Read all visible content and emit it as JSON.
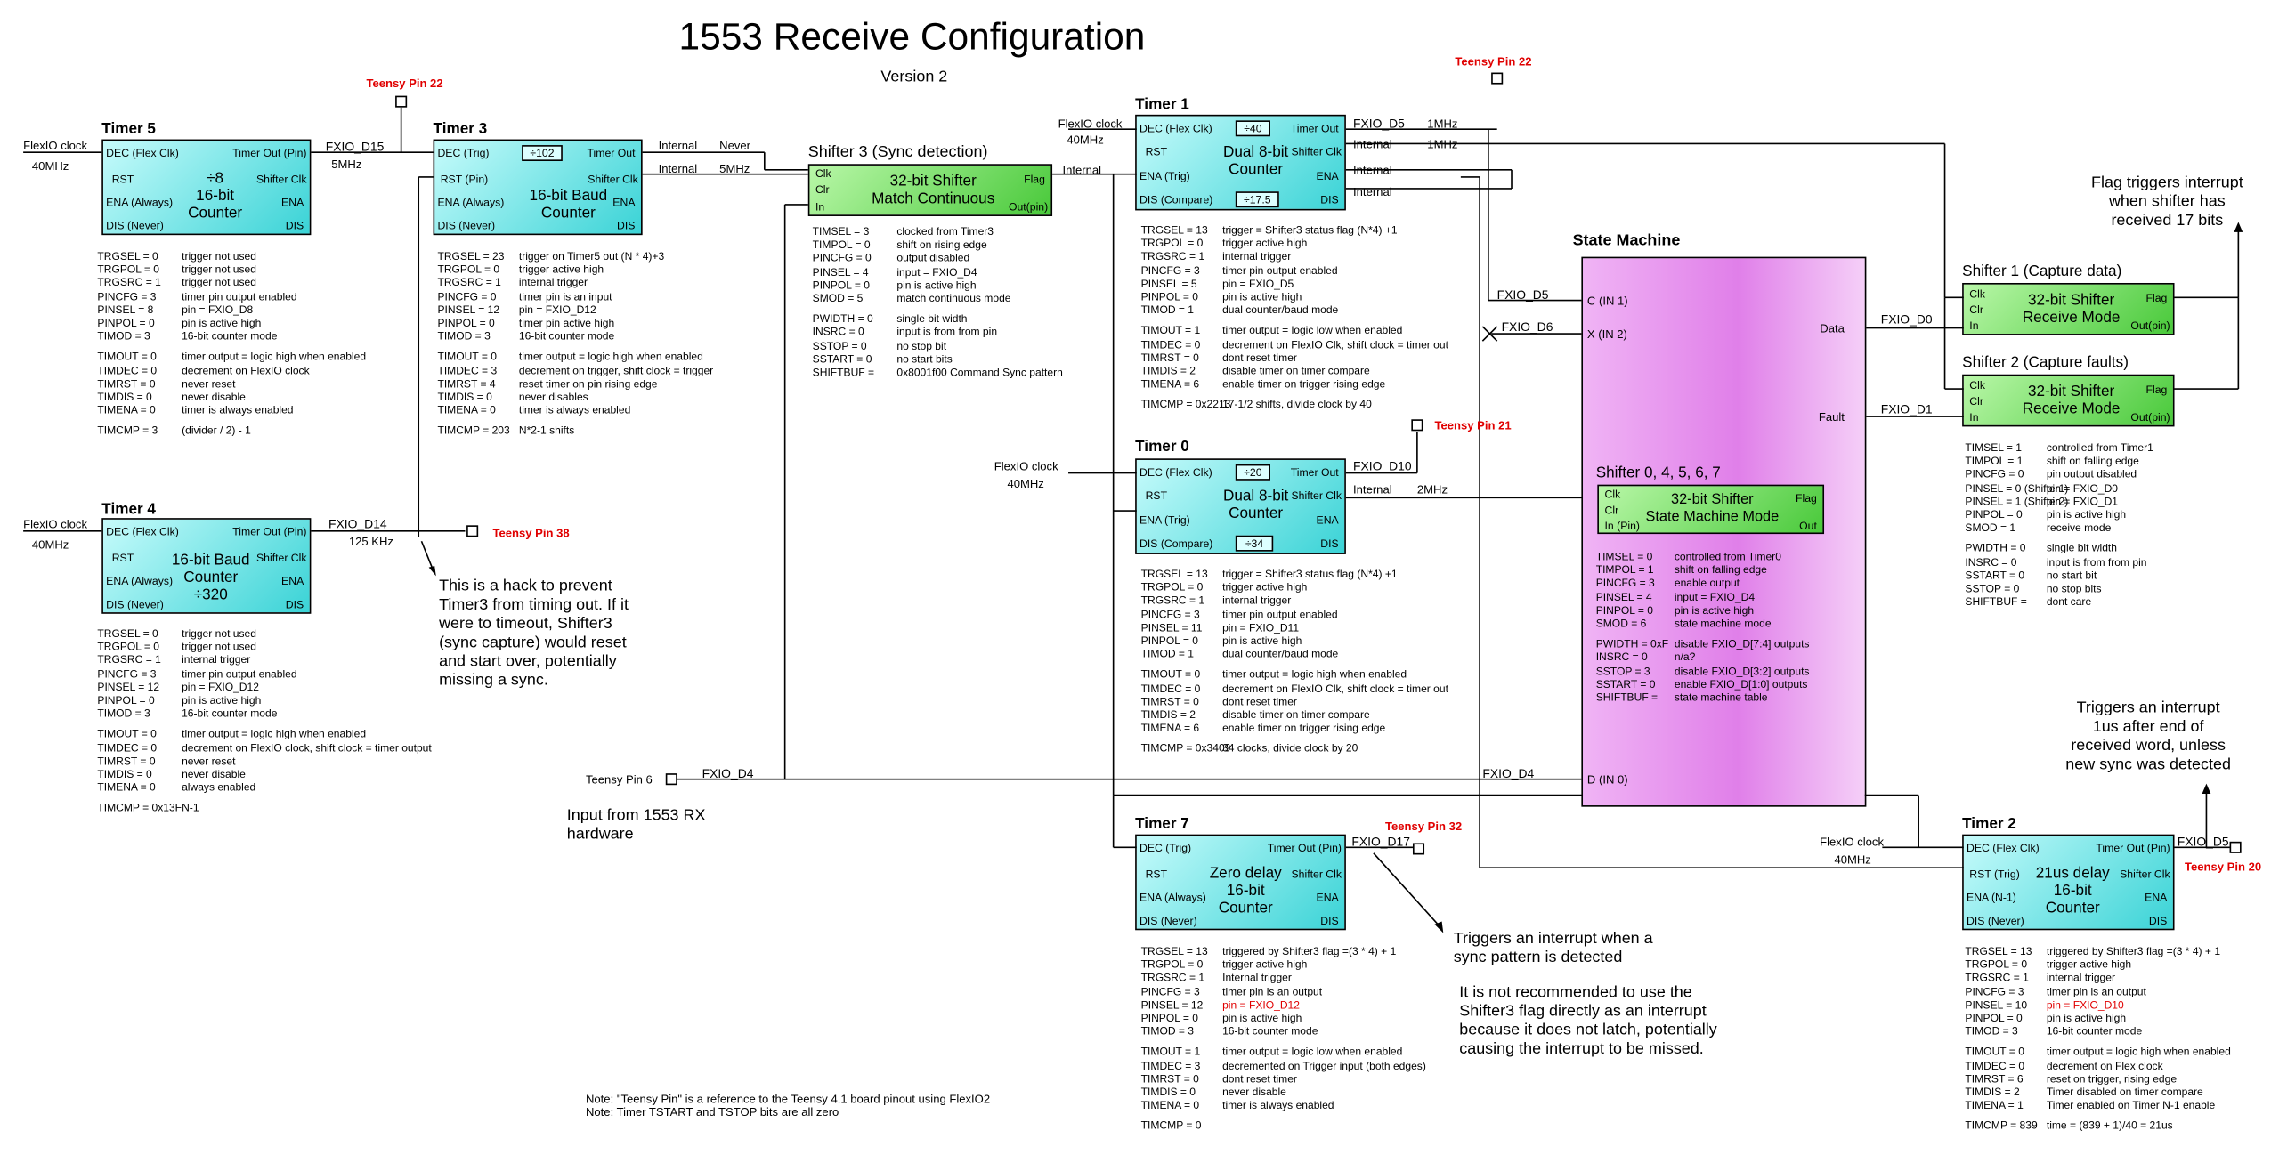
{
  "title": "1553 Receive Configuration",
  "version": "Version 2",
  "teensy_pins": {
    "p22a": "Teensy Pin 22",
    "p22b": "Teensy Pin 22",
    "p38": "Teensy Pin 38",
    "p21": "Teensy Pin 21",
    "p32": "Teensy Pin 32",
    "p20": "Teensy Pin 20",
    "p6": "Teensy Pin 6"
  },
  "clocks": {
    "flexio": "FlexIO clock",
    "f40": "40MHz",
    "mhz5": "5MHz",
    "mhz5b": "5MHz",
    "khz125": "125 KHz",
    "mhz1a": "1MHz",
    "mhz1b": "1MHz",
    "mhz2": "2MHz",
    "never": "Never",
    "internal": "Internal",
    "fxio_d15": "FXIO_D15",
    "fxio_d14": "FXIO_D14",
    "fxio_d5": "FXIO_D5",
    "fxio_d10": "FXIO_D10",
    "fxio_d17": "FXIO_D17",
    "fxio_d4": "FXIO_D4",
    "fxio_d0": "FXIO_D0",
    "fxio_d1": "FXIO_D1",
    "fxio_d6": "FXIO_D6"
  },
  "timer5": {
    "header": "Timer 5",
    "pins": {
      "dec": "DEC (Flex Clk)",
      "out": "Timer Out (Pin)",
      "rst": "RST",
      "sclk": "Shifter Clk",
      "ena": "ENA (Always)",
      "enar": "ENA",
      "dis": "DIS (Never)",
      "disr": "DIS"
    },
    "center": [
      "÷8",
      "16-bit",
      "Counter"
    ],
    "regs": [
      [
        "TRGSEL = 0",
        "trigger not used"
      ],
      [
        "TRGPOL = 0",
        "trigger not used"
      ],
      [
        "TRGSRC = 1",
        "trigger not used"
      ],
      [
        "PINCFG = 3",
        "timer pin output enabled"
      ],
      [
        "PINSEL = 8",
        "pin = FXIO_D8"
      ],
      [
        "PINPOL = 0",
        "pin is active high"
      ],
      [
        "TIMOD = 3",
        "16-bit counter mode"
      ],
      [
        "",
        ""
      ],
      [
        "TIMOUT = 0",
        "timer output = logic high when enabled"
      ],
      [
        "TIMDEC = 0",
        "decrement on FlexIO clock"
      ],
      [
        "TIMRST = 0",
        "never reset"
      ],
      [
        "TIMDIS = 0",
        "never disable"
      ],
      [
        "TIMENA = 0",
        "timer is always enabled"
      ],
      [
        "",
        ""
      ],
      [
        "TIMCMP = 3",
        "(divider / 2) - 1"
      ]
    ]
  },
  "timer4": {
    "header": "Timer 4",
    "pins": {
      "dec": "DEC (Flex Clk)",
      "out": "Timer Out (Pin)",
      "rst": "RST",
      "sclk": "Shifter Clk",
      "ena": "ENA (Always)",
      "enar": "ENA",
      "dis": "DIS (Never)",
      "disr": "DIS"
    },
    "center": [
      "16-bit Baud",
      "Counter",
      "÷320"
    ],
    "regs": [
      [
        "TRGSEL = 0",
        "trigger not used"
      ],
      [
        "TRGPOL = 0",
        "trigger not used"
      ],
      [
        "TRGSRC = 1",
        "internal trigger"
      ],
      [
        "PINCFG = 3",
        "timer pin output enabled"
      ],
      [
        "PINSEL = 12",
        "pin = FXIO_D12"
      ],
      [
        "PINPOL = 0",
        "pin is active high"
      ],
      [
        "TIMOD = 3",
        "16-bit counter mode"
      ],
      [
        "",
        ""
      ],
      [
        "TIMOUT = 0",
        "timer output = logic high when enabled"
      ],
      [
        "TIMDEC = 0",
        "decrement on FlexIO clock, shift clock = timer output"
      ],
      [
        "TIMRST = 0",
        "never reset"
      ],
      [
        "TIMDIS = 0",
        "never disable"
      ],
      [
        "TIMENA = 0",
        "always enabled"
      ],
      [
        "",
        ""
      ],
      [
        "TIMCMP = 0x13F",
        "N-1"
      ]
    ]
  },
  "timer3": {
    "header": "Timer 3",
    "pins": {
      "dec": "DEC (Trig)",
      "out": "Timer Out",
      "rst": "RST (Pin)",
      "sclk": "Shifter Clk",
      "ena": "ENA (Always)",
      "enar": "ENA",
      "dis": "DIS (Never)",
      "disr": "DIS"
    },
    "mini": "÷102",
    "center": [
      "16-bit Baud",
      "Counter"
    ],
    "regs": [
      [
        "TRGSEL = 23",
        "trigger on Timer5 out (N * 4)+3"
      ],
      [
        "TRGPOL = 0",
        "trigger active high"
      ],
      [
        "TRGSRC = 1",
        "internal trigger"
      ],
      [
        "PINCFG = 0",
        "timer pin is an input"
      ],
      [
        "PINSEL = 12",
        "pin = FXIO_D12"
      ],
      [
        "PINPOL = 0",
        "timer pin active high"
      ],
      [
        "TIMOD = 3",
        "16-bit counter mode"
      ],
      [
        "",
        ""
      ],
      [
        "TIMOUT = 0",
        "timer output = logic high when enabled"
      ],
      [
        "TIMDEC = 3",
        "decrement on trigger, shift clock = trigger"
      ],
      [
        "TIMRST = 4",
        "reset timer on pin rising edge"
      ],
      [
        "TIMDIS = 0",
        "never disables"
      ],
      [
        "TIMENA = 0",
        "timer is always enabled"
      ],
      [
        "",
        ""
      ],
      [
        "TIMCMP = 203",
        "N*2-1 shifts"
      ]
    ]
  },
  "shifter3": {
    "header": "Shifter 3 (Sync detection)",
    "pins": {
      "clk": "Clk",
      "clr": "Clr",
      "in": "In",
      "flag": "Flag",
      "out": "Out(pin)"
    },
    "center": [
      "32-bit Shifter",
      "Match Continuous"
    ],
    "regs": [
      [
        "TIMSEL = 3",
        "clocked from Timer3"
      ],
      [
        "TIMPOL = 0",
        "shift on rising edge"
      ],
      [
        "PINCFG = 0",
        "output disabled"
      ],
      [
        "PINSEL = 4",
        "input = FXIO_D4"
      ],
      [
        "PINPOL = 0",
        "pin is active high"
      ],
      [
        "SMOD = 5",
        "match continuous mode"
      ],
      [
        "",
        ""
      ],
      [
        "PWIDTH = 0",
        "single bit width"
      ],
      [
        "INSRC = 0",
        "input is from from pin"
      ],
      [
        "SSTOP = 0",
        "no stop bit"
      ],
      [
        "SSTART = 0",
        "no start bits"
      ],
      [
        "SHIFTBUF =",
        "0x8001f00  Command Sync pattern"
      ]
    ]
  },
  "timer1": {
    "header": "Timer 1",
    "pins": {
      "dec": "DEC (Flex Clk)",
      "out": "Timer Out",
      "rst": "RST",
      "sclk": "Shifter Clk",
      "ena": "ENA (Trig)",
      "enar": "ENA",
      "dis": "DIS (Compare)",
      "disr": "DIS"
    },
    "mini1": "÷40",
    "mini2": "÷17.5",
    "center": [
      "Dual 8-bit",
      "Counter"
    ],
    "regs": [
      [
        "TRGSEL = 13",
        "trigger = Shifter3 status flag (N*4) +1"
      ],
      [
        "TRGPOL = 0",
        "trigger active high"
      ],
      [
        "TRGSRC = 1",
        "internal trigger"
      ],
      [
        "PINCFG = 3",
        "timer pin output enabled"
      ],
      [
        "PINSEL = 5",
        "pin = FXIO_D5"
      ],
      [
        "PINPOL = 0",
        "pin is active high"
      ],
      [
        "TIMOD = 1",
        "dual counter/baud mode"
      ],
      [
        "",
        ""
      ],
      [
        "TIMOUT = 1",
        "timer output = logic low when enabled"
      ],
      [
        "TIMDEC = 0",
        "decrement on FlexIO Clk, shift clock = timer out"
      ],
      [
        "TIMRST = 0",
        "dont reset timer"
      ],
      [
        "TIMDIS = 2",
        "disable timer on timer compare"
      ],
      [
        "TIMENA = 6",
        "enable timer on trigger rising edge"
      ],
      [
        "",
        ""
      ],
      [
        "TIMCMP = 0x2213",
        "17-1/2 shifts,  divide clock by 40"
      ]
    ]
  },
  "timer0": {
    "header": "Timer 0",
    "pins": {
      "dec": "DEC (Flex Clk)",
      "out": "Timer Out",
      "rst": "RST",
      "sclk": "Shifter Clk",
      "ena": "ENA (Trig)",
      "enar": "ENA",
      "dis": "DIS (Compare)",
      "disr": "DIS"
    },
    "mini1": "÷20",
    "mini2": "÷34",
    "center": [
      "Dual 8-bit",
      "Counter"
    ],
    "regs": [
      [
        "TRGSEL = 13",
        "trigger = Shifter3 status flag (N*4) +1"
      ],
      [
        "TRGPOL = 0",
        "trigger active high"
      ],
      [
        "TRGSRC = 1",
        "internal trigger"
      ],
      [
        "PINCFG = 3",
        "timer pin output enabled"
      ],
      [
        "PINSEL = 11",
        "pin = FXIO_D11"
      ],
      [
        "PINPOL = 0",
        "pin is active high"
      ],
      [
        "TIMOD = 1",
        "dual counter/baud mode"
      ],
      [
        "",
        ""
      ],
      [
        "TIMOUT = 0",
        "timer output = logic high when enabled"
      ],
      [
        "TIMDEC = 0",
        "decrement on FlexIO Clk, shift clock = timer out"
      ],
      [
        "TIMRST = 0",
        "dont reset timer"
      ],
      [
        "TIMDIS = 2",
        "disable timer on timer compare"
      ],
      [
        "TIMENA = 6",
        "enable timer on trigger rising edge"
      ],
      [
        "",
        ""
      ],
      [
        "TIMCMP = 0x3409",
        "34 clocks,  divide clock by 20"
      ]
    ]
  },
  "timer7": {
    "header": "Timer 7",
    "pins": {
      "dec": "DEC (Trig)",
      "out": "Timer Out (Pin)",
      "rst": "RST",
      "sclk": "Shifter Clk",
      "ena": "ENA (Always)",
      "enar": "ENA",
      "dis": "DIS (Never)",
      "disr": "DIS"
    },
    "center": [
      "Zero delay",
      "16-bit",
      "Counter"
    ],
    "regs": [
      [
        "TRGSEL = 13",
        "triggered by Shifter3 flag =(3 * 4) + 1"
      ],
      [
        "TRGPOL = 0",
        "trigger active high"
      ],
      [
        "TRGSRC = 1",
        "Internal trigger"
      ],
      [
        "PINCFG = 3",
        "timer pin is an output"
      ],
      [
        "PINSEL = 12",
        "pin = FXIO_D12"
      ],
      [
        "PINPOL = 0",
        "pin is active high"
      ],
      [
        "TIMOD = 3",
        "16-bit counter mode"
      ],
      [
        "",
        ""
      ],
      [
        "TIMOUT = 1",
        "timer output = logic low when enabled"
      ],
      [
        "TIMDEC = 3",
        "decremented on Trigger input (both edges)"
      ],
      [
        "TIMRST = 0",
        "dont reset timer"
      ],
      [
        "TIMDIS = 0",
        "never disable"
      ],
      [
        "TIMENA = 0",
        "timer is always enabled"
      ],
      [
        "",
        ""
      ],
      [
        "TIMCMP = 0",
        ""
      ]
    ]
  },
  "timer2": {
    "header": "Timer 2",
    "pins": {
      "dec": "DEC (Flex Clk)",
      "out": "Timer Out (Pin)",
      "rst": "RST (Trig)",
      "sclk": "Shifter Clk",
      "ena": "ENA (N-1)",
      "enar": "ENA",
      "dis": "DIS (Never)",
      "disr": "DIS"
    },
    "center": [
      "21us delay",
      "16-bit",
      "Counter"
    ],
    "regs": [
      [
        "TRGSEL = 13",
        "triggered by Shifter3 flag =(3 * 4) + 1"
      ],
      [
        "TRGPOL = 0",
        "trigger active high"
      ],
      [
        "TRGSRC = 1",
        "internal trigger"
      ],
      [
        "PINCFG = 3",
        "timer pin is an output"
      ],
      [
        "PINSEL = 10",
        "pin = FXIO_D10"
      ],
      [
        "PINPOL = 0",
        "pin is active high"
      ],
      [
        "TIMOD = 3",
        "16-bit counter mode"
      ],
      [
        "",
        ""
      ],
      [
        "TIMOUT = 0",
        "timer output = logic high when enabled"
      ],
      [
        "TIMDEC = 0",
        "decrement on Flex clock"
      ],
      [
        "TIMRST = 6",
        "reset on trigger, rising edge"
      ],
      [
        "TIMDIS = 2",
        "Timer disabled on timer compare"
      ],
      [
        "TIMENA = 1",
        "Timer enabled on Timer N-1 enable"
      ],
      [
        "",
        ""
      ],
      [
        "TIMCMP = 839",
        "time = (839 + 1)/40  = 21us"
      ]
    ]
  },
  "state_machine": {
    "header": "State Machine",
    "c_in": "C (IN 1)",
    "x_in": "X (IN 2)",
    "d_in": "D (IN 0)",
    "data": "Data",
    "fault": "Fault",
    "sub_header": "Shifter 0, 4, 5, 6, 7",
    "inner": {
      "clk": "Clk",
      "clr": "Clr",
      "in": "In (Pin)",
      "flag": "Flag",
      "out": "Out",
      "center": [
        "32-bit Shifter",
        "State Machine Mode"
      ]
    },
    "regs": [
      [
        "TIMSEL = 0",
        "controlled from Timer0"
      ],
      [
        "TIMPOL = 1",
        "shift on falling edge"
      ],
      [
        "PINCFG = 3",
        "enable output"
      ],
      [
        "PINSEL = 4",
        "input = FXIO_D4"
      ],
      [
        "PINPOL = 0",
        "pin is active high"
      ],
      [
        "SMOD = 6",
        "state machine mode"
      ],
      [
        "",
        ""
      ],
      [
        "PWIDTH = 0xF",
        "disable FXIO_D[7:4] outputs"
      ],
      [
        "INSRC = 0",
        "n/a?"
      ],
      [
        "SSTOP = 3",
        "disable FXIO_D[3:2] outputs"
      ],
      [
        "SSTART = 0",
        "enable FXIO_D[1:0] outputs"
      ],
      [
        "SHIFTBUF =",
        "state machine table"
      ]
    ]
  },
  "shifter1": {
    "header": "Shifter 1 (Capture data)",
    "pins": {
      "clk": "Clk",
      "clr": "Clr",
      "in": "In",
      "flag": "Flag",
      "out": "Out(pin)"
    },
    "center": [
      "32-bit Shifter",
      "Receive Mode"
    ]
  },
  "shifter2": {
    "header": "Shifter 2 (Capture faults)",
    "pins": {
      "clk": "Clk",
      "clr": "Clr",
      "in": "In",
      "flag": "Flag",
      "out": "Out(pin)"
    },
    "center": [
      "32-bit Shifter",
      "Receive Mode"
    ],
    "regs": [
      [
        "TIMSEL = 1",
        "controlled from Timer1"
      ],
      [
        "TIMPOL = 1",
        "shift on falling edge"
      ],
      [
        "PINCFG = 0",
        "pin output disabled"
      ],
      [
        "PINSEL = 0 (Shifter1)",
        "pin = FXIO_D0"
      ],
      [
        "PINSEL = 1 (Shifter2)",
        "pin = FXIO_D1"
      ],
      [
        "PINPOL = 0",
        "pin is active high"
      ],
      [
        "SMOD = 1",
        "receive mode"
      ],
      [
        "",
        ""
      ],
      [
        "PWIDTH = 0",
        "single bit width"
      ],
      [
        "INSRC = 0",
        "input is from from pin"
      ],
      [
        "SSTART = 0",
        "no start bit"
      ],
      [
        "SSTOP = 0",
        "no stop bits"
      ],
      [
        "SHIFTBUF =",
        "dont care"
      ]
    ]
  },
  "notes": {
    "flag_irq": [
      "Flag triggers interrupt",
      "when shifter has",
      "received 17 bits"
    ],
    "hack": [
      "This is a hack to prevent",
      "Timer3 from timing out. If it",
      "were to timeout, Shifter3",
      "(sync capture) would reset",
      "and start over, potentially",
      "missing a sync."
    ],
    "input": [
      "Input from 1553 RX",
      "hardware"
    ],
    "sync_irq": [
      "Triggers an interrupt when a",
      "sync pattern is detected"
    ],
    "not_rec": [
      "It is not recommended to use the",
      "Shifter3 flag directly as an interrupt",
      "because it does not latch, potentially",
      "causing the interrupt to be missed."
    ],
    "t2_irq": [
      "Triggers an interrupt",
      "1us after end of",
      "received word, unless",
      "new sync was detected"
    ],
    "footer1": "Note: \"Teensy Pin\" is a reference to the Teensy 4.1 board pinout using FlexIO2",
    "footer2": "Note: Timer TSTART and TSTOP bits are all zero"
  }
}
